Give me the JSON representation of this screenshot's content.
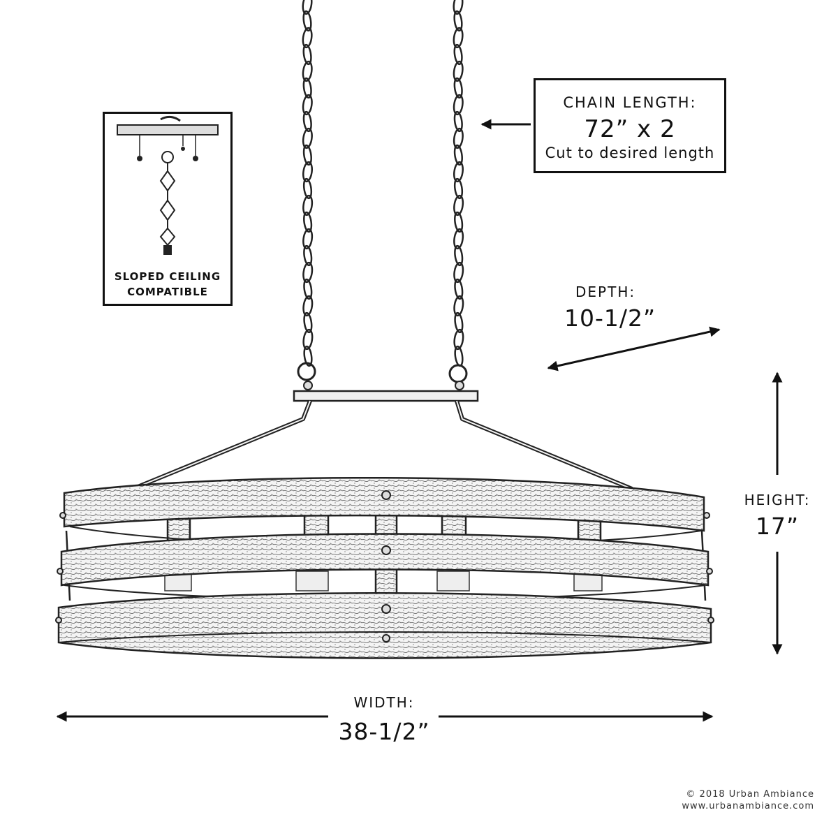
{
  "chain_callout": {
    "title": "CHAIN LENGTH:",
    "value": "72” x 2",
    "note": "Cut to desired length"
  },
  "sloped_ceiling": {
    "line1": "SLOPED CEILING",
    "line2": "COMPATIBLE"
  },
  "depth": {
    "title": "DEPTH:",
    "value": "10-1/2”"
  },
  "height": {
    "title": "HEIGHT:",
    "value": "17”"
  },
  "width": {
    "title": "WIDTH:",
    "value": "38-1/2”"
  },
  "footer": {
    "copyright": "© 2018 Urban Ambiance",
    "website": "www.urbanambiance.com"
  }
}
